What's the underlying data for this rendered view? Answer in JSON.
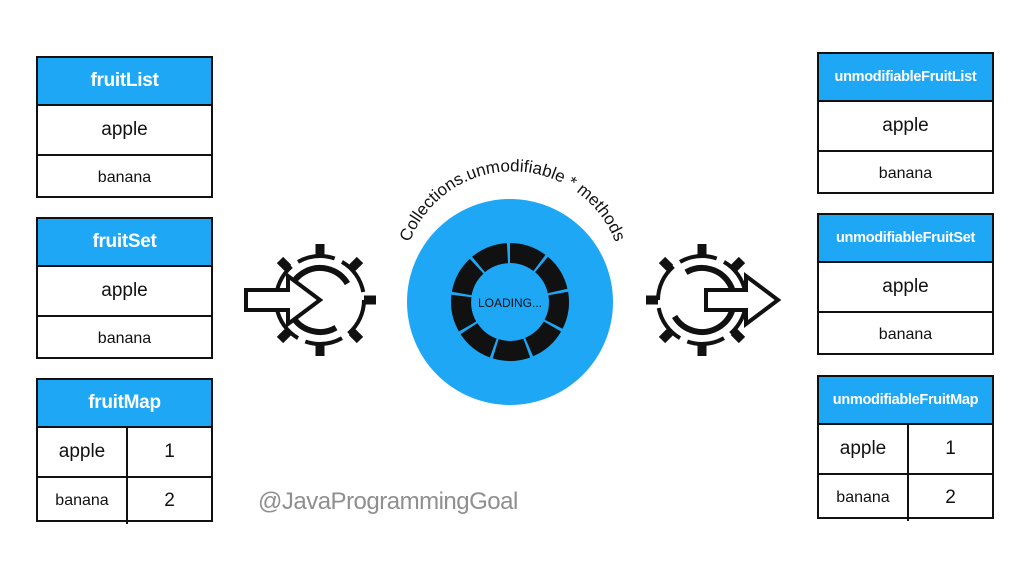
{
  "left": {
    "list": {
      "title": "fruitList",
      "items": [
        "apple",
        "banana"
      ]
    },
    "set": {
      "title": "fruitSet",
      "items": [
        "apple",
        "banana"
      ]
    },
    "map": {
      "title": "fruitMap",
      "rows": [
        {
          "key": "apple",
          "value": "1"
        },
        {
          "key": "banana",
          "value": "2"
        }
      ]
    }
  },
  "right": {
    "list": {
      "title": "unmodifiableFruitList",
      "items": [
        "apple",
        "banana"
      ]
    },
    "set": {
      "title": "unmodifiableFruitSet",
      "items": [
        "apple",
        "banana"
      ]
    },
    "map": {
      "title": "unmodifiableFruitMap",
      "rows": [
        {
          "key": "apple",
          "value": "1"
        },
        {
          "key": "banana",
          "value": "2"
        }
      ]
    }
  },
  "center": {
    "arc_label": "Collections.unmodifiable * methods",
    "loading_text": "LOADING..."
  },
  "watermark": "@JavaProgrammingGoal",
  "colors": {
    "accent": "#1ea7f5",
    "dark": "#111111",
    "watermark": "#8f8f8f"
  },
  "icons": {
    "left_gear": "gear-arrow-in-icon",
    "right_gear": "gear-arrow-out-icon"
  }
}
